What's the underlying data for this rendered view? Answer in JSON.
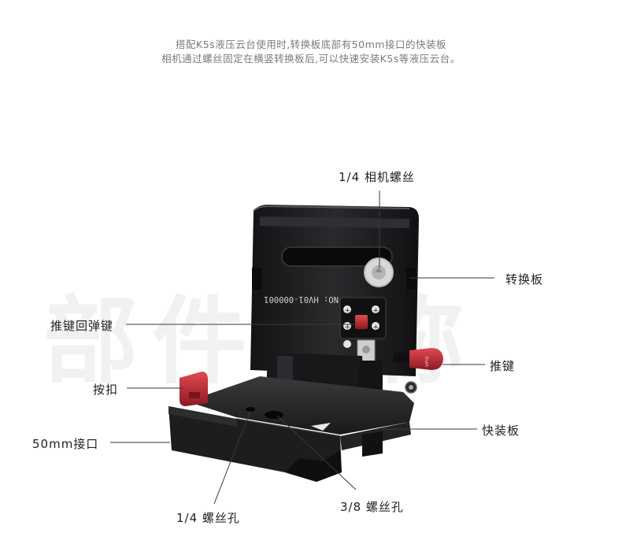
{
  "intro": {
    "line1": "搭配K5s液压云台使用时,转换板底部有50mm接口的快装板",
    "line2": "相机通过螺丝固定在横竖转换板后,可以快速安装K5s等液压云台。"
  },
  "watermark": "部件名称",
  "product": {
    "engraving": "NO: HV01-000001",
    "brand_mark": "VIFOJ"
  },
  "labels": {
    "camera_screw": "1/4 相机螺丝",
    "conversion_plate": "转换板",
    "push_rebound_key": "推键回弹键",
    "push_key": "推键",
    "buckle": "按扣",
    "mount_50mm": "50mm接口",
    "quick_release": "快装板",
    "hole_14": "1/4 螺丝孔",
    "hole_38": "3/8 螺丝孔"
  },
  "colors": {
    "accent_red": "#c62a33",
    "body_black": "#1c1c1e",
    "leader_line": "#3a3a3a"
  }
}
